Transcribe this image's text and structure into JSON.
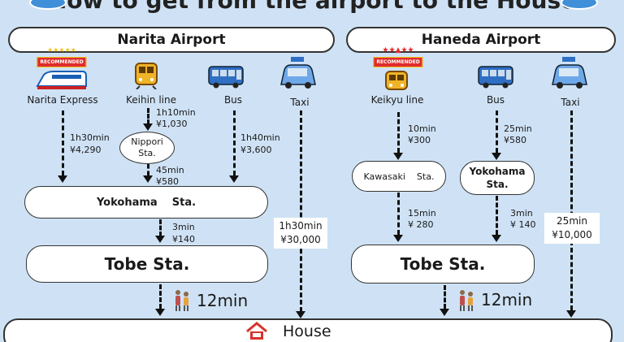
{
  "title": "How to get from the airport to the House",
  "recommended_label": "RECOMMENDED",
  "narita": {
    "name": "Narita Airport",
    "modes": [
      {
        "label": "Narita Express"
      },
      {
        "label": "Keihin line"
      },
      {
        "label": "Bus"
      },
      {
        "label": "Taxi"
      }
    ],
    "ne_time": "1h30min",
    "ne_fare": "¥4,290",
    "kh_time1": "1h10min",
    "kh_fare1": "¥1,030",
    "nippori": "Nippori\nSta.",
    "kh_time2": "45min",
    "kh_fare2": "¥580",
    "bus_time": "1h40min",
    "bus_fare": "¥3,600",
    "yokohama": "Yokohama    Sta.",
    "yt_time": "3min",
    "yt_fare": "¥140",
    "tobe": "Tobe Sta.",
    "walk": "12min",
    "taxi_time": "1h30min",
    "taxi_fare": "¥30,000"
  },
  "haneda": {
    "name": "Haneda Airport",
    "modes": [
      {
        "label": "Keikyu line"
      },
      {
        "label": "Bus"
      },
      {
        "label": "Taxi"
      }
    ],
    "kk_time1": "10min",
    "kk_fare1": "¥300",
    "kawasaki": "Kawasaki    Sta.",
    "kk_time2": "15min",
    "kk_fare2": "¥ 280",
    "bus_time1": "25min",
    "bus_fare1": "¥580",
    "yokohama": "Yokohama\nSta.",
    "bus_time2": "3min",
    "bus_fare2": "¥ 140",
    "tobe": "Tobe Sta.",
    "walk": "12min",
    "taxi_time": "25min",
    "taxi_fare": "¥10,000"
  },
  "house": "House",
  "icons": [
    "train-icon",
    "bus-icon",
    "taxi-icon",
    "walking-people-icon",
    "house-icon",
    "thumbs-up-icon",
    "star-icon"
  ]
}
